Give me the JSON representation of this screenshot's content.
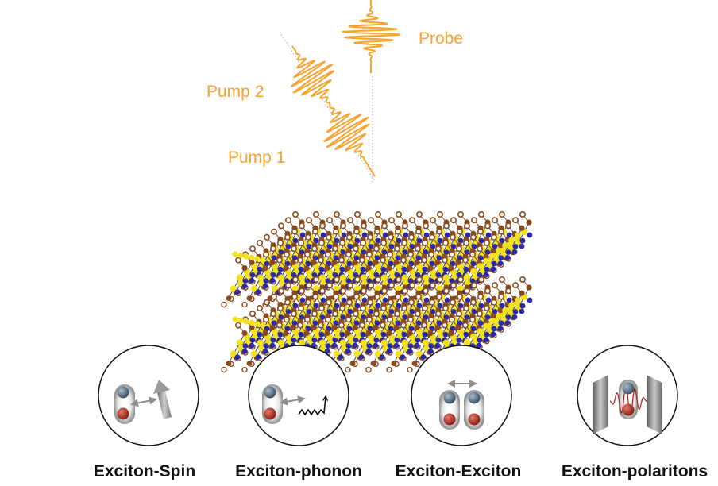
{
  "pulses": {
    "probe_label": "Probe",
    "pump2_label": "Pump 2",
    "pump1_label": "Pump 1",
    "color": "#f7a331"
  },
  "crystal": {
    "atom_colors": {
      "outer": "#8b4a1c",
      "chalcogen": "#f2e21c",
      "metal": "#2a2aa8"
    }
  },
  "interactions": [
    {
      "caption": "Exciton-Spin",
      "icon": "exciton-spin-icon"
    },
    {
      "caption": "Exciton-phonon",
      "icon": "exciton-phonon-icon"
    },
    {
      "caption": "Exciton-Exciton",
      "icon": "exciton-exciton-icon"
    },
    {
      "caption": "Exciton-polaritons",
      "icon": "exciton-polariton-icon"
    }
  ]
}
